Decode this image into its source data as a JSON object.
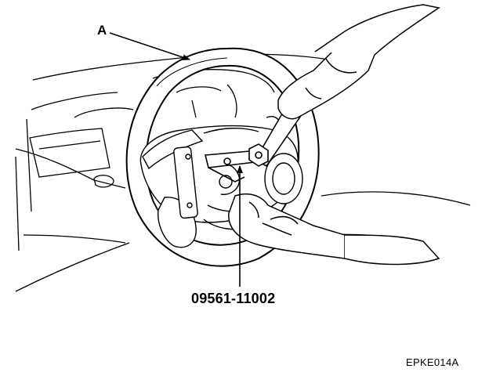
{
  "labels": {
    "part_a": "A",
    "special_tool": "09561-11002",
    "figure_code": "EPKE014A"
  }
}
